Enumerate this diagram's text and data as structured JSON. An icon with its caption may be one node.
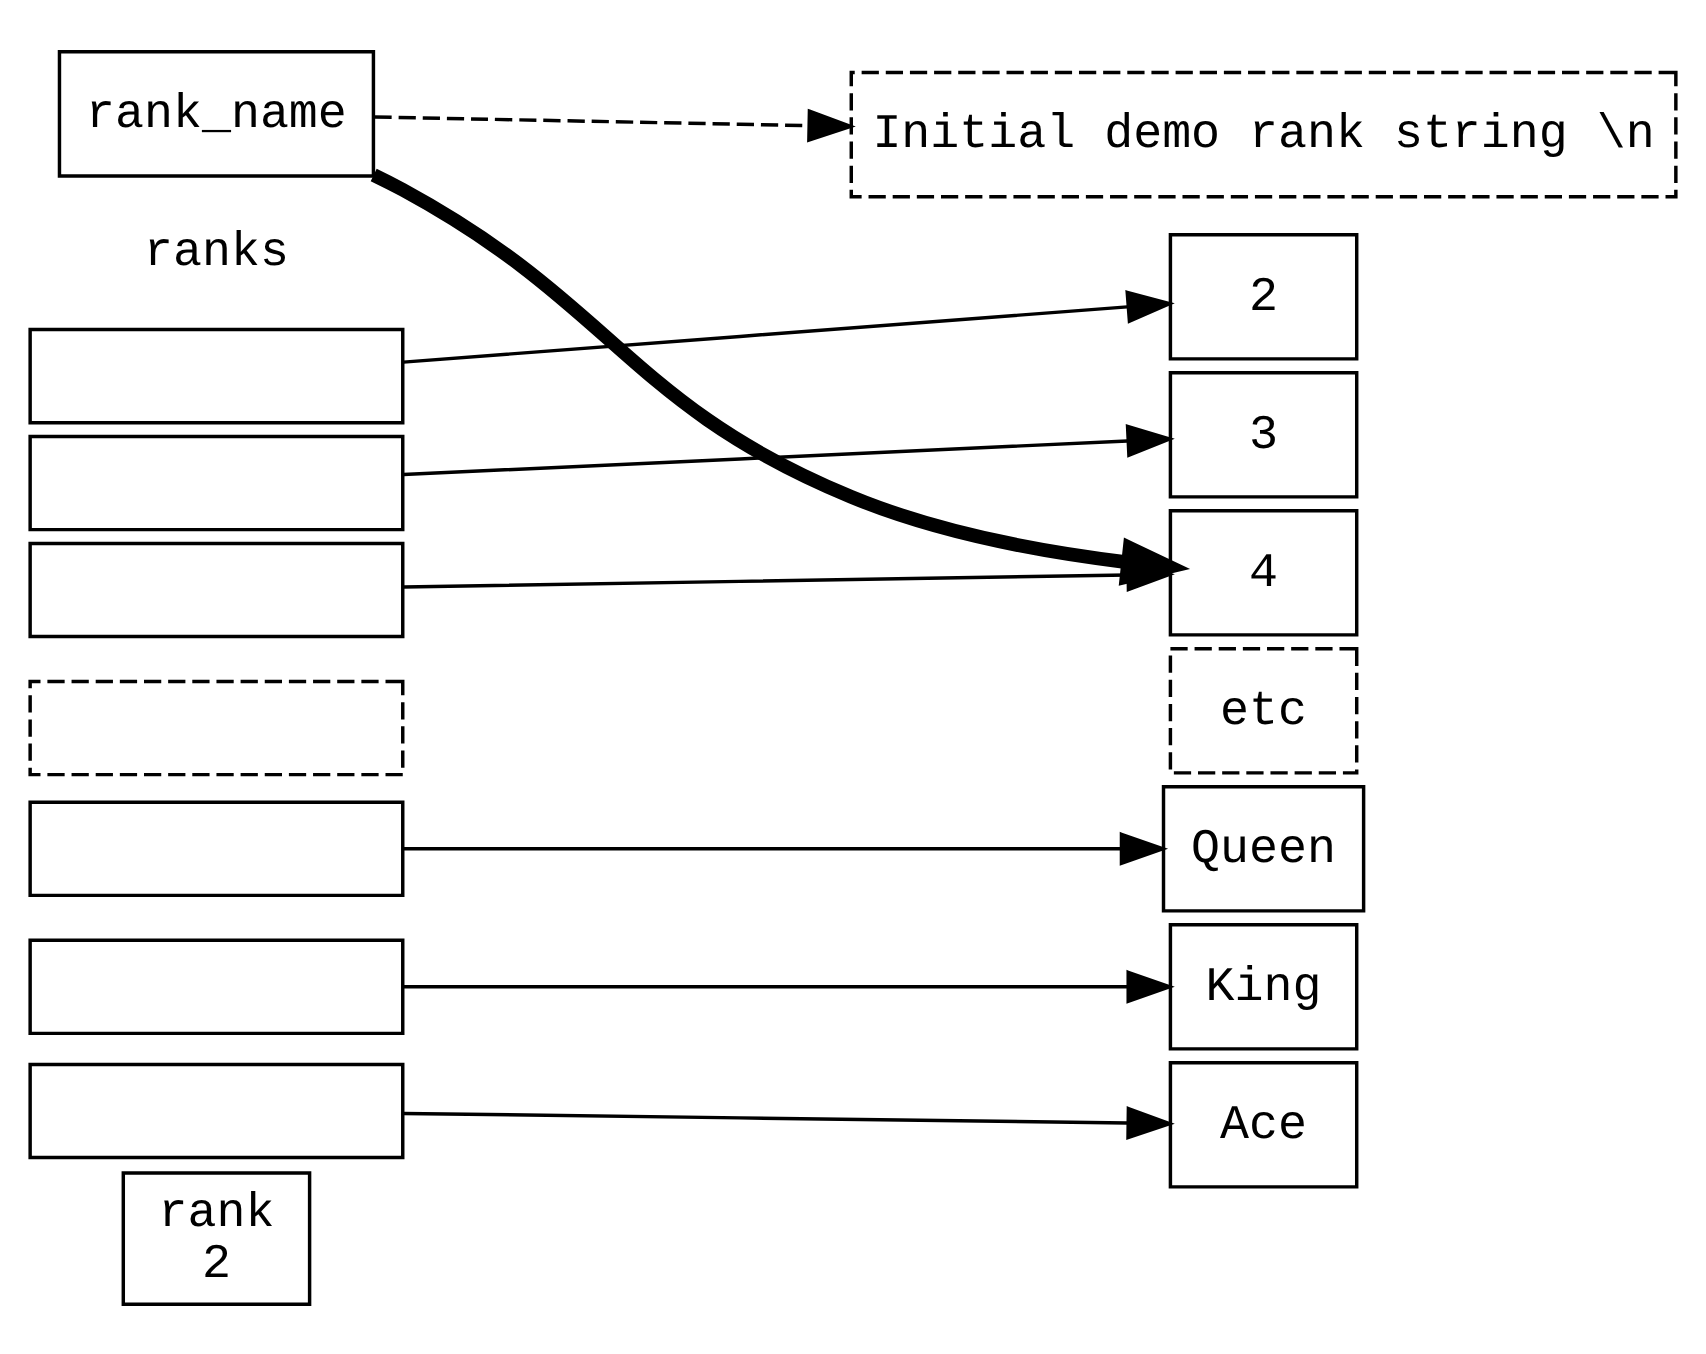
{
  "diagram": {
    "nodes": [
      {
        "text": [
          "rank_name"
        ]
      },
      {
        "text": [
          "Initial demo rank string \\n"
        ]
      },
      {
        "text": [],
        "shape": "box"
      },
      {
        "text": [],
        "shape": "box"
      },
      {
        "text": [],
        "shape": "box"
      },
      {
        "text": [],
        "shape": "box"
      },
      {
        "text": [],
        "shape": "box"
      },
      {
        "text": [],
        "shape": "box"
      },
      {
        "text": [],
        "shape": "box"
      },
      {
        "text": [
          "2"
        ]
      },
      {
        "text": [
          "3"
        ]
      },
      {
        "text": [
          "4"
        ]
      },
      {
        "text": [
          "etc"
        ]
      },
      {
        "text": [
          "Queen"
        ]
      },
      {
        "text": [
          "King"
        ]
      },
      {
        "text": [
          "Ace"
        ]
      },
      {
        "text": [
          "rank",
          "2"
        ]
      }
    ],
    "edges": [
      {
        "from": 0,
        "to": 1,
        "arrow": "to",
        "style": "dashed"
      },
      {
        "from": 0,
        "to": 11,
        "arrow": "to",
        "style": "thick"
      },
      {
        "from": 2,
        "to": 9,
        "arrow": "to"
      },
      {
        "from": 3,
        "to": 10,
        "arrow": "to"
      },
      {
        "from": 4,
        "to": 11,
        "arrow": "to"
      },
      {
        "from": 6,
        "to": 13,
        "arrow": "to"
      },
      {
        "from": 7,
        "to": 14,
        "arrow": "to"
      },
      {
        "from": 8,
        "to": 15,
        "arrow": "to"
      }
    ],
    "labels": [
      "ranks"
    ]
  }
}
